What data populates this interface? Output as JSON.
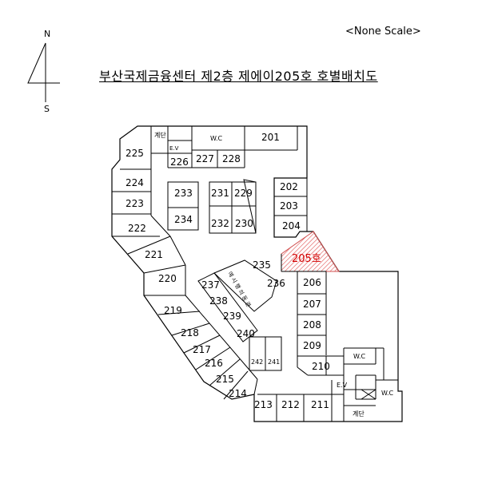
{
  "scale_note": "<None Scale>",
  "title": "부산국제금융센터 제2층 제에이205호 호별배치도",
  "compass": {
    "north": "N",
    "south": "S"
  },
  "highlight": {
    "unit": "205호",
    "color": "#d40000"
  },
  "units": {
    "u201": "201",
    "u202": "202",
    "u203": "203",
    "u204": "204",
    "u206": "206",
    "u207": "207",
    "u208": "208",
    "u209": "209",
    "u210": "210",
    "u211": "211",
    "u212": "212",
    "u213": "213",
    "u214": "214",
    "u215": "215",
    "u216": "216",
    "u217": "217",
    "u218": "218",
    "u219": "219",
    "u220": "220",
    "u221": "221",
    "u222": "222",
    "u223": "223",
    "u224": "224",
    "u225": "225",
    "u226": "226",
    "u227": "227",
    "u228": "228",
    "u229": "229",
    "u230": "230",
    "u231": "231",
    "u232": "232",
    "u233": "233",
    "u234": "234",
    "u235": "235",
    "u236": "236",
    "u237": "237",
    "u238": "238",
    "u239": "239",
    "u240": "240",
    "u241": "241",
    "u242": "242"
  },
  "facilities": {
    "stairs_top": "계단",
    "ev_top": "E.V",
    "wc_top": "W.C",
    "wc_right": "W.C",
    "ev_bottom": "E.V",
    "wc_bottom": "W.C",
    "stairs_bottom": "계단"
  },
  "corridor_label": "예 시 행 의 동 관"
}
